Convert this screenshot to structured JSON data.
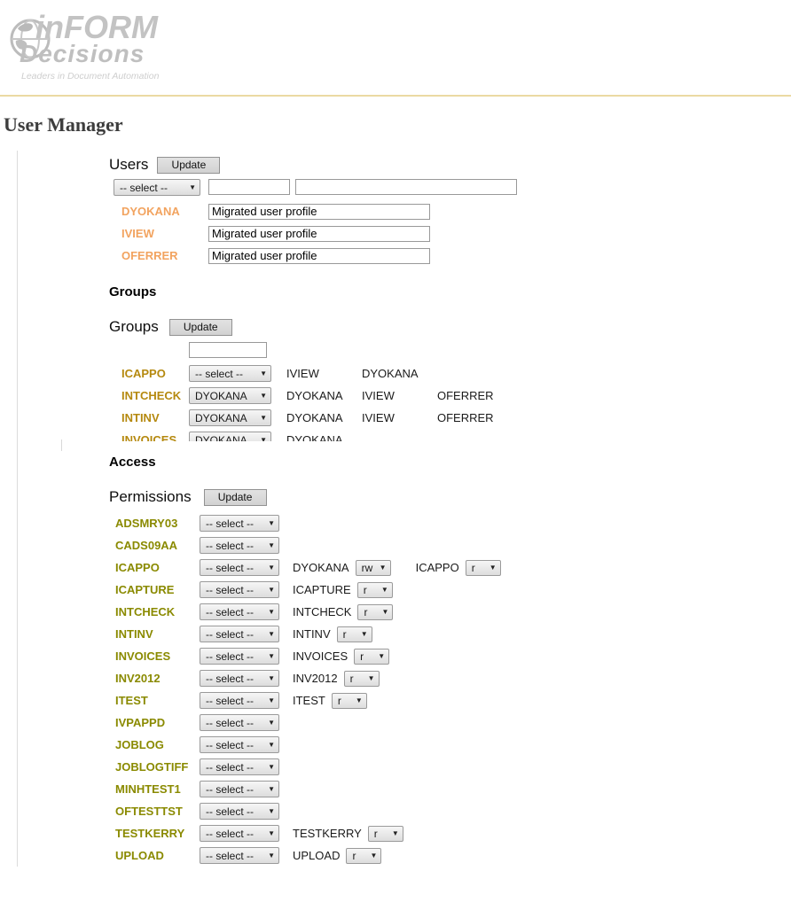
{
  "logo": {
    "brand_top": "inFORM",
    "brand_bottom": "Decisions",
    "tagline": "Leaders in Document Automation"
  },
  "page": {
    "title": "User Manager"
  },
  "users": {
    "section_label": "Users",
    "update_label": "Update",
    "user_select": {
      "value": "-- select --"
    },
    "new_user_name_value": "",
    "new_user_description_value": "",
    "rows": [
      {
        "name": "DYOKANA",
        "description": "Migrated user profile"
      },
      {
        "name": "IVIEW",
        "description": "Migrated user profile"
      },
      {
        "name": "OFERRER",
        "description": "Migrated user profile"
      }
    ]
  },
  "groups": {
    "heading": "Groups",
    "section_label": "Groups",
    "update_label": "Update",
    "new_group_name_value": "",
    "rows": [
      {
        "name": "ICAPPO",
        "owner_select": "-- select --",
        "members": [
          "IVIEW",
          "DYOKANA"
        ]
      },
      {
        "name": "INTCHECK",
        "owner_select": "DYOKANA",
        "members": [
          "DYOKANA",
          "IVIEW",
          "OFERRER"
        ]
      },
      {
        "name": "INTINV",
        "owner_select": "DYOKANA",
        "members": [
          "DYOKANA",
          "IVIEW",
          "OFERRER"
        ]
      },
      {
        "name": "INVOICES",
        "owner_select": "DYOKANA",
        "members": [
          "DYOKANA"
        ]
      }
    ]
  },
  "access": {
    "heading": "Access",
    "section_label": "Permissions",
    "update_label": "Update",
    "rows": [
      {
        "name": "ADSMRY03",
        "select": "-- select --",
        "grants": []
      },
      {
        "name": "CADS09AA",
        "select": "-- select --",
        "grants": []
      },
      {
        "name": "ICAPPO",
        "select": "-- select --",
        "grants": [
          {
            "grantee": "DYOKANA",
            "level": "rw"
          },
          {
            "grantee": "ICAPPO",
            "level": "r"
          }
        ]
      },
      {
        "name": "ICAPTURE",
        "select": "-- select --",
        "grants": [
          {
            "grantee": "ICAPTURE",
            "level": "r"
          }
        ]
      },
      {
        "name": "INTCHECK",
        "select": "-- select --",
        "grants": [
          {
            "grantee": "INTCHECK",
            "level": "r"
          }
        ]
      },
      {
        "name": "INTINV",
        "select": "-- select --",
        "grants": [
          {
            "grantee": "INTINV",
            "level": "r"
          }
        ]
      },
      {
        "name": "INVOICES",
        "select": "-- select --",
        "grants": [
          {
            "grantee": "INVOICES",
            "level": "r"
          }
        ]
      },
      {
        "name": "INV2012",
        "select": "-- select --",
        "grants": [
          {
            "grantee": "INV2012",
            "level": "r"
          }
        ]
      },
      {
        "name": "ITEST",
        "select": "-- select --",
        "grants": [
          {
            "grantee": "ITEST",
            "level": "r"
          }
        ]
      },
      {
        "name": "IVPAPPD",
        "select": "-- select --",
        "grants": []
      },
      {
        "name": "JOBLOG",
        "select": "-- select --",
        "grants": []
      },
      {
        "name": "JOBLOGTIFF",
        "select": "-- select --",
        "grants": []
      },
      {
        "name": "MINHTEST1",
        "select": "-- select --",
        "grants": []
      },
      {
        "name": "OFTESTTST",
        "select": "-- select --",
        "grants": []
      },
      {
        "name": "TESTKERRY",
        "select": "-- select --",
        "grants": [
          {
            "grantee": "TESTKERRY",
            "level": "r"
          }
        ]
      },
      {
        "name": "UPLOAD",
        "select": "-- select --",
        "grants": [
          {
            "grantee": "UPLOAD",
            "level": "r"
          }
        ]
      }
    ]
  },
  "colors": {
    "user_name": "#F2A35F",
    "group_name": "#B5890F",
    "permission_name": "#8A8A00",
    "top_rule": "#EBDAA3",
    "section_border": "#DCDCDC"
  }
}
